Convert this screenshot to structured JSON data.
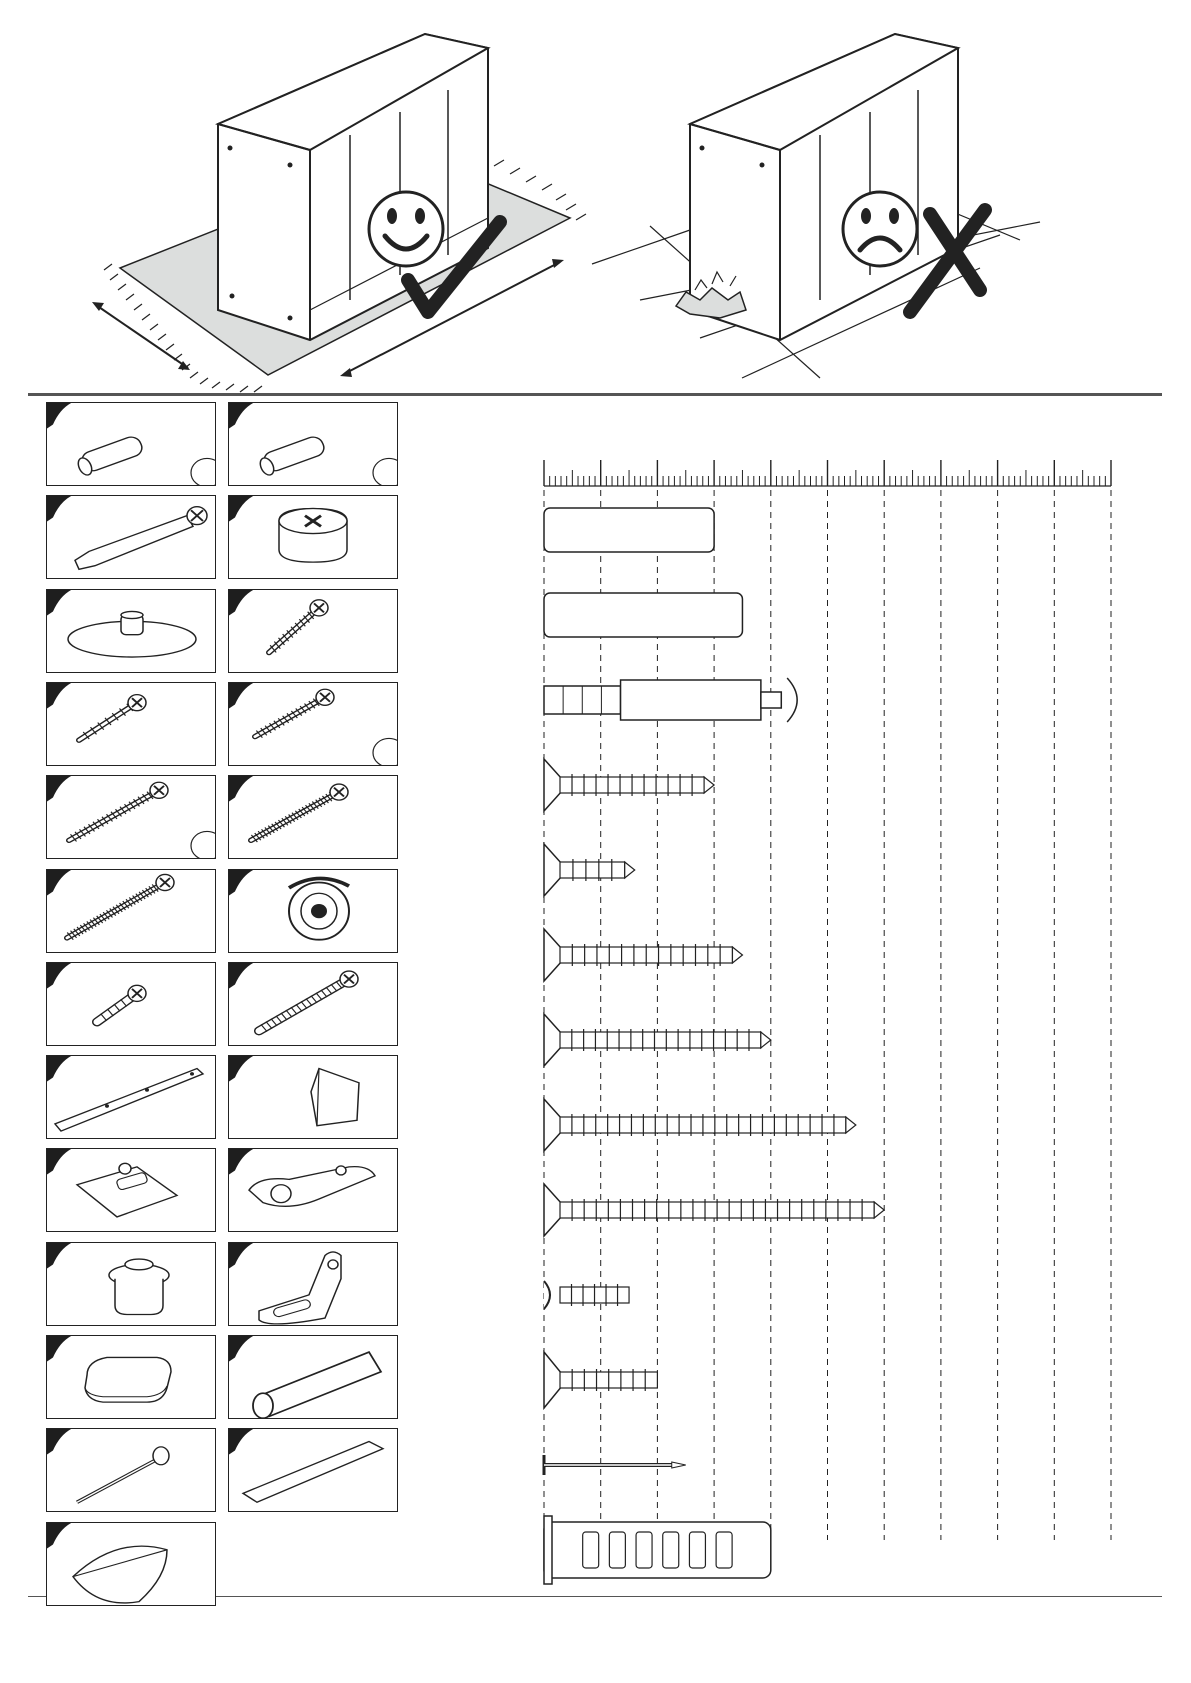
{
  "document": {
    "type": "furniture assembly instruction sheet",
    "sections": [
      "assembly-care-illustration",
      "hardware-inventory",
      "hardware-size-chart"
    ]
  },
  "assembly_tips": {
    "good": {
      "icon": "smiley-face-icon",
      "mark": "check-mark-icon"
    },
    "bad": {
      "icon": "sad-face-icon",
      "mark": "cross-mark-icon"
    }
  },
  "hardware": [
    {
      "name": "wooden-dowel-short",
      "icon": "dowel-icon"
    },
    {
      "name": "wooden-dowel-long",
      "icon": "dowel-icon"
    },
    {
      "name": "cam-bolt",
      "icon": "cam-bolt-icon"
    },
    {
      "name": "cam-lock",
      "icon": "cam-lock-icon"
    },
    {
      "name": "furniture-glide",
      "icon": "glide-icon"
    },
    {
      "name": "screw-small",
      "icon": "screw-icon"
    },
    {
      "name": "screw-short",
      "icon": "screw-icon"
    },
    {
      "name": "screw-medium",
      "icon": "screw-icon"
    },
    {
      "name": "screw-long",
      "icon": "screw-icon"
    },
    {
      "name": "screw-fine-long",
      "icon": "screw-icon"
    },
    {
      "name": "screw-extra-long",
      "icon": "screw-icon"
    },
    {
      "name": "shelf-support-clip",
      "icon": "clip-icon"
    },
    {
      "name": "machine-screw-short",
      "icon": "machine-screw-icon"
    },
    {
      "name": "machine-screw-long",
      "icon": "machine-screw-icon"
    },
    {
      "name": "drawer-rail",
      "icon": "rail-icon"
    },
    {
      "name": "corner-connector",
      "icon": "connector-icon"
    },
    {
      "name": "hinge-plate",
      "icon": "hinge-plate-icon"
    },
    {
      "name": "cabinet-hinge",
      "icon": "hinge-icon"
    },
    {
      "name": "shelf-pin",
      "icon": "shelf-pin-icon"
    },
    {
      "name": "angle-bracket",
      "icon": "angle-bracket-icon"
    },
    {
      "name": "felt-pad",
      "icon": "pad-icon"
    },
    {
      "name": "wall-plug",
      "icon": "wall-plug-icon"
    },
    {
      "name": "nail",
      "icon": "nail-icon"
    },
    {
      "name": "plastic-strip",
      "icon": "strip-icon"
    },
    {
      "name": "cloth-bag",
      "icon": "bag-icon"
    }
  ],
  "size_chart_items": [
    {
      "name": "dowel-short",
      "length": 30
    },
    {
      "name": "dowel-long",
      "length": 35
    },
    {
      "name": "cam-bolt",
      "length": 45
    },
    {
      "name": "screw-30",
      "length": 30
    },
    {
      "name": "screw-16",
      "length": 16
    },
    {
      "name": "screw-35",
      "length": 35
    },
    {
      "name": "screw-40",
      "length": 40
    },
    {
      "name": "screw-55",
      "length": 55
    },
    {
      "name": "screw-60",
      "length": 60
    },
    {
      "name": "machine-screw-15",
      "length": 15
    },
    {
      "name": "machine-screw-20",
      "length": 20
    },
    {
      "name": "nail-25",
      "length": 25
    },
    {
      "name": "wall-plug-40",
      "length": 40
    }
  ],
  "colors": {
    "line": "#222222",
    "rug": "#dcdedd",
    "rule": "#555555",
    "badge": "#1e1e1e"
  }
}
